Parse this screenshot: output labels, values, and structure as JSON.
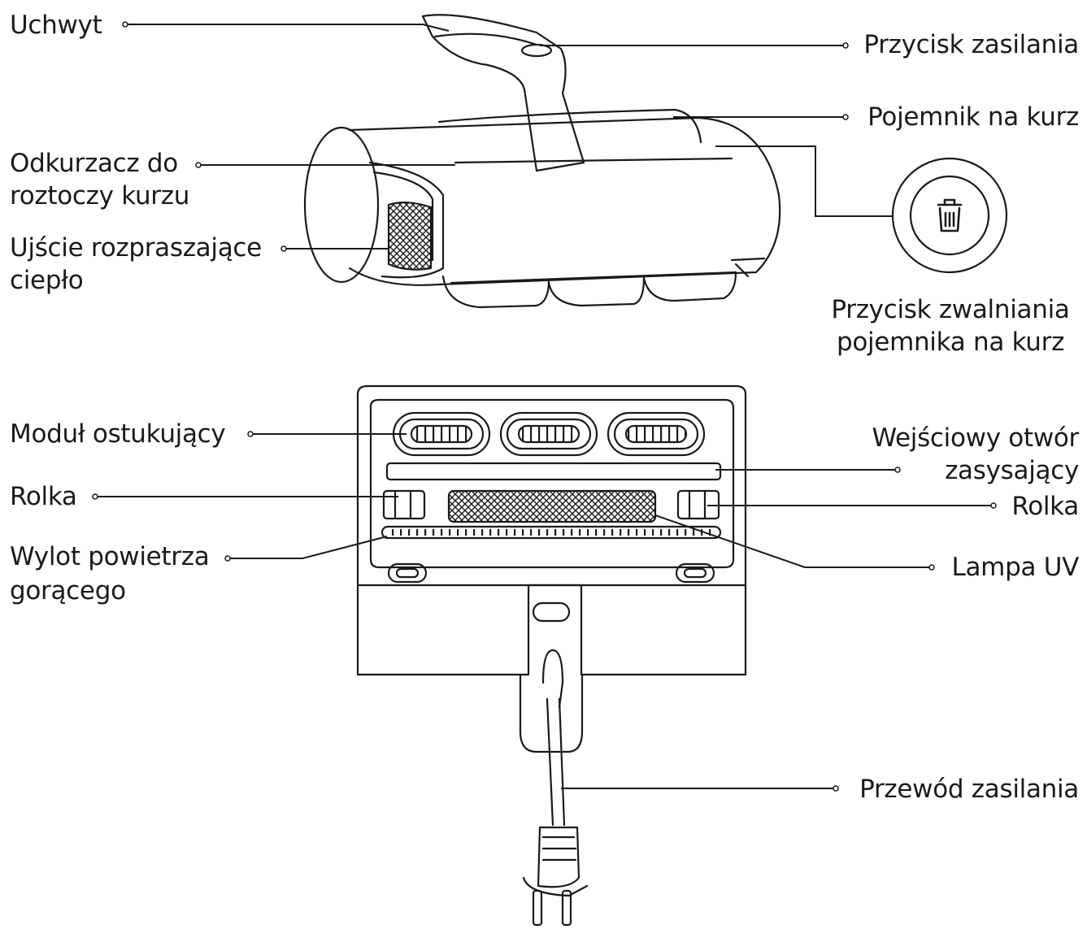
{
  "labels": {
    "handle": "Uchwyt",
    "power_button": "Przycisk zasilania",
    "dust_container": "Pojemnik na kurz",
    "vacuum_line1": "Odkurzacz do",
    "vacuum_line2": "roztoczy kurzu",
    "heat_outlet_line1": "Ujście rozpraszające",
    "heat_outlet_line2": "ciepło",
    "release_button_line1": "Przycisk zwalniania",
    "release_button_line2": "pojemnika na kurz",
    "tapping_module": "Moduł ostukujący",
    "roller_left": "Rolka",
    "roller_right": "Rolka",
    "hot_air_line1": "Wylot powietrza",
    "hot_air_line2": "gorącego",
    "suction_line1": "Wejściowy otwór",
    "suction_line2": "zasysający",
    "uv_lamp": "Lampa UV",
    "power_cord": "Przewód zasilania"
  },
  "icons": {
    "release_button": "trash-icon"
  },
  "colors": {
    "stroke": "#1a1a1a",
    "background": "#ffffff"
  }
}
